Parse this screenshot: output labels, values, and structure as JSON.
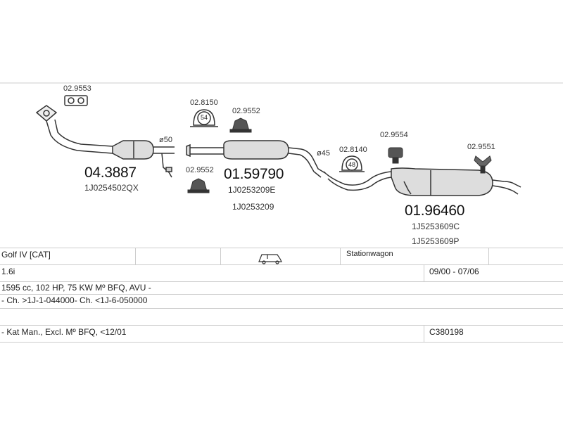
{
  "parts": {
    "catalytic_converter": {
      "number": "04.3887",
      "oe_codes": [
        "1J0254502QX"
      ]
    },
    "middle_silencer": {
      "number": "01.59790",
      "oe_codes": [
        "1J0253209E",
        "1J0253209"
      ]
    },
    "rear_silencer": {
      "number": "01.96460",
      "oe_codes": [
        "1J5253609C",
        "1J5253609P"
      ]
    }
  },
  "accessories": {
    "a1": "02.9553",
    "a2": "02.8150",
    "a3": "02.9552",
    "a4": "02.9552",
    "a5": "02.9554",
    "a6": "02.8140",
    "a7": "02.9551"
  },
  "clamp_labels": {
    "c1": "54",
    "c2": "48"
  },
  "diameters": {
    "d1": "ø50",
    "d2": "ø45"
  },
  "table": {
    "model": "Golf IV  [CAT]",
    "body_type": "Stationwagon",
    "engine": "1.6i",
    "years": "09/00 - 07/06",
    "engine_details": "1595 cc, 102 HP, 75 KW Mº BFQ, AVU -",
    "chassis": "- Ch. >1J-1-044000- Ch. <1J-6-050000",
    "notes": "- Kat Man., Excl. Mº BFQ, <12/01",
    "catalog_code": "C380198"
  }
}
